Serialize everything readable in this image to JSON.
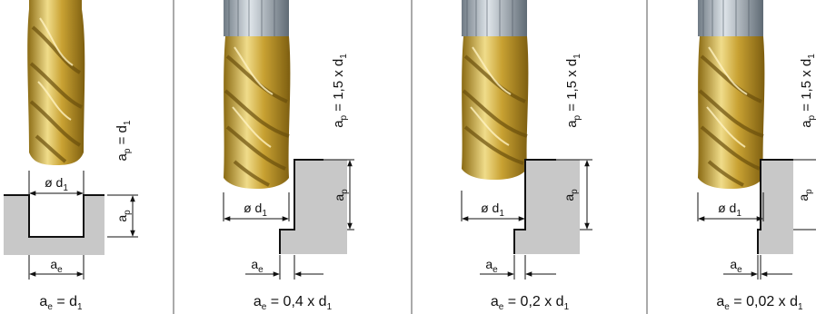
{
  "panels": [
    {
      "caption": {
        "base": "a",
        "sub": "e",
        "rest": " = d",
        "sub2": "1"
      },
      "ap_rel": {
        "base": "a",
        "sub": "p",
        "rest": " = d",
        "sub2": "1"
      },
      "dia": {
        "base": "ø d",
        "sub": "1"
      },
      "ap_dim": {
        "base": "a",
        "sub": "p"
      },
      "ae_dim": {
        "base": "a",
        "sub": "e"
      }
    },
    {
      "caption": {
        "base": "a",
        "sub": "e",
        "rest": " = 0,4 x d",
        "sub2": "1"
      },
      "ap_rel": {
        "base": "a",
        "sub": "p",
        "rest": " = 1,5 x d",
        "sub2": "1"
      },
      "dia": {
        "base": "ø d",
        "sub": "1"
      },
      "ap_dim": {
        "base": "a",
        "sub": "p"
      },
      "ae_dim": {
        "base": "a",
        "sub": "e"
      }
    },
    {
      "caption": {
        "base": "a",
        "sub": "e",
        "rest": " = 0,2 x d",
        "sub2": "1"
      },
      "ap_rel": {
        "base": "a",
        "sub": "p",
        "rest": " = 1,5 x d",
        "sub2": "1"
      },
      "dia": {
        "base": "ø d",
        "sub": "1"
      },
      "ap_dim": {
        "base": "a",
        "sub": "p"
      },
      "ae_dim": {
        "base": "a",
        "sub": "e"
      }
    },
    {
      "caption": {
        "base": "a",
        "sub": "e",
        "rest": " = 0,02 x d",
        "sub2": "1"
      },
      "ap_rel": {
        "base": "a",
        "sub": "p",
        "rest": " = 1,5 x d",
        "sub2": "1"
      },
      "dia": {
        "base": "ø d",
        "sub": "1"
      },
      "ap_dim": {
        "base": "a",
        "sub": "p"
      },
      "ae_dim": {
        "base": "a",
        "sub": "e"
      }
    }
  ],
  "colors": {
    "tool_gold": "#c9a233",
    "tool_gold_light": "#f0dc8a",
    "tool_gold_dark": "#8a6a12",
    "shank": "#9aa4ad",
    "workpiece": "#c8c8c8",
    "line": "#111111",
    "divider": "#555555"
  }
}
